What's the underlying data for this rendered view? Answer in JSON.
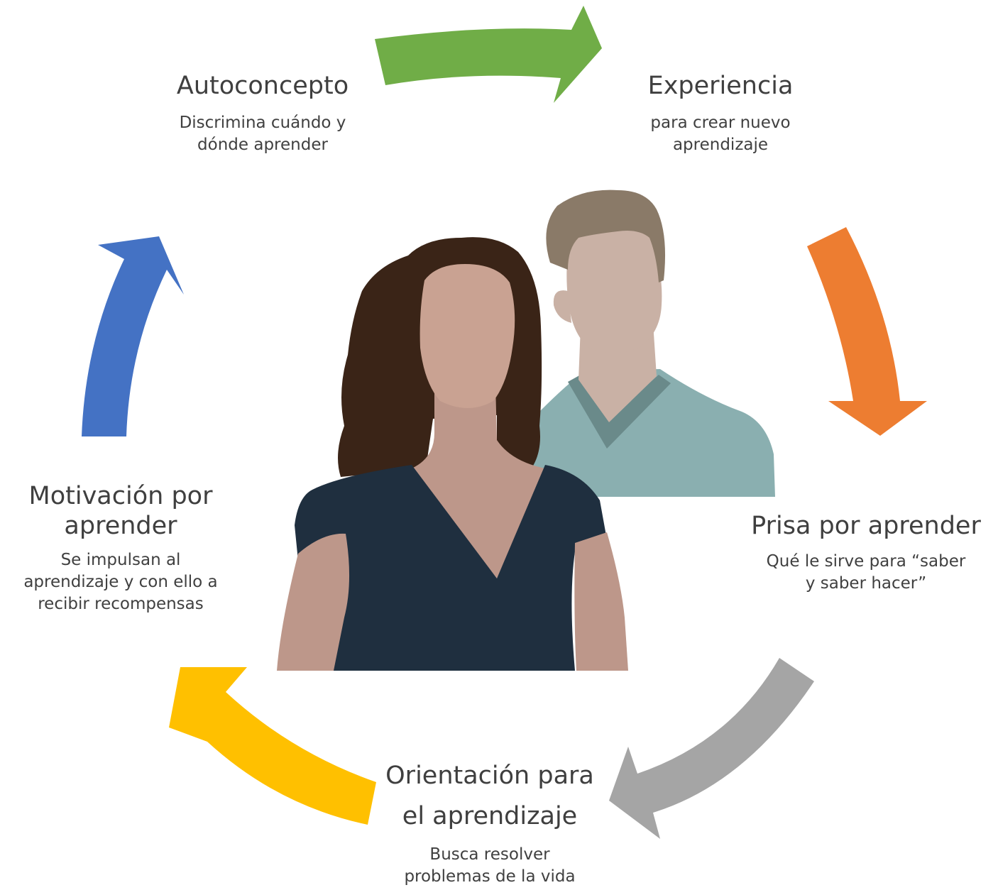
{
  "cycle": {
    "nodes": [
      {
        "title": "Autoconcepto",
        "desc_lines": [
          "Discrimina cuándo y",
          "dónde aprender"
        ]
      },
      {
        "title": "Experiencia",
        "desc_lines": [
          "para crear nuevo",
          "aprendizaje"
        ]
      },
      {
        "title": "Prisa por aprender",
        "desc_lines": [
          "Qué le sirve para “saber",
          "y saber hacer”"
        ]
      },
      {
        "title_lines": [
          "Orientación para",
          "el aprendizaje"
        ],
        "desc_lines": [
          "Busca resolver",
          "problemas de la vida"
        ]
      },
      {
        "title_lines": [
          "Motivación por",
          "aprender"
        ],
        "desc_lines": [
          "Se impulsan al",
          "aprendizaje y con ello a",
          "recibir recompensas"
        ]
      }
    ],
    "arrows": [
      {
        "from": "Autoconcepto",
        "to": "Experiencia",
        "color": "#70AD47"
      },
      {
        "from": "Experiencia",
        "to": "Prisa por aprender",
        "color": "#ED7D31"
      },
      {
        "from": "Prisa por aprender",
        "to": "Orientación para el aprendizaje",
        "color": "#A5A5A5"
      },
      {
        "from": "Orientación para el aprendizaje",
        "to": "Motivación por aprender",
        "color": "#FFC000"
      },
      {
        "from": "Motivación por aprender",
        "to": "Autoconcepto",
        "color": "#4472C4"
      }
    ]
  },
  "illustration": {
    "name": "two-adults-illustration",
    "colors": {
      "woman_hair": "#3a2417",
      "woman_skin": "#c9a292",
      "woman_neck": "#bd978a",
      "woman_top": "#1f2f3f",
      "man_hair": "#8a7a68",
      "man_skin": "#c9b1a5",
      "man_shirt": "#8aafb0",
      "man_collar": "#6a8a8a"
    }
  }
}
